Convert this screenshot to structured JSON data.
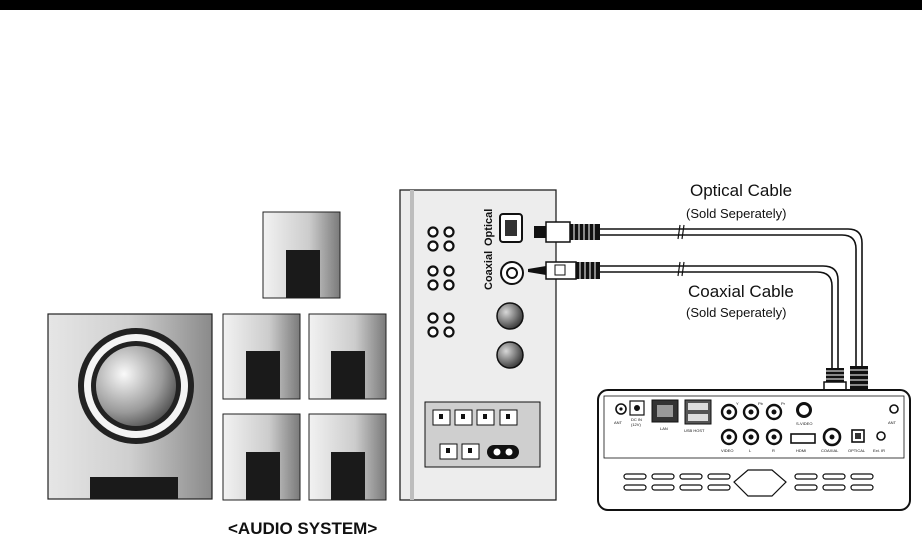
{
  "labels": {
    "optical_cable": "Optical Cable",
    "optical_sold": "(Sold Seperately)",
    "coaxial_cable": "Coaxial Cable",
    "coaxial_sold": "(Sold Seperately)",
    "audio_system": "<AUDIO SYSTEM>",
    "amp_optical": "Optical",
    "amp_coaxial": "Coaxial"
  },
  "player_ports": {
    "ant": "ANT",
    "dc_in": "DC IN",
    "dc_in_v": "(12V)",
    "lan": "LAN",
    "usb_host": "USB HOST",
    "y": "Y",
    "pb": "Pb",
    "pr": "Pr",
    "video": "VIDEO",
    "l": "L",
    "r": "R",
    "s_video": "S-VIDEO",
    "hdmi": "HDMI",
    "coaxial": "COAXIAL",
    "optical": "OPTICAL",
    "ext_ir": "Ext. IR",
    "ant2": "ANT"
  }
}
